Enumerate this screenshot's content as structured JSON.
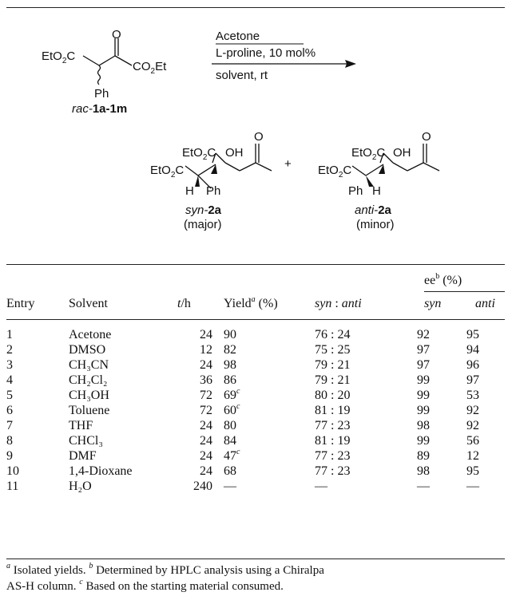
{
  "scheme": {
    "reagent_line1": "Acetone",
    "reagent_line2": "L-proline, 10 mol%",
    "reagent_line3": "solvent, rt",
    "substrate_prefix": "rac-",
    "substrate_label": "1a-1m",
    "syn_prefix": "syn-",
    "syn_label": "2a",
    "syn_note": "(major)",
    "anti_prefix": "anti-",
    "anti_label": "2a",
    "anti_note": "(minor)",
    "plus": "+"
  },
  "table": {
    "headers": {
      "entry": "Entry",
      "solvent": "Solvent",
      "time_var": "t",
      "time_unit": "/h",
      "yield": "Yield",
      "yield_sup": "a",
      "yield_unit": " (%)",
      "ratio_syn": "syn",
      "ratio_sep": " : ",
      "ratio_anti": "anti",
      "ee": "ee",
      "ee_sup": "b",
      "ee_unit": " (%)",
      "ee_syn": "syn",
      "ee_anti": "anti"
    },
    "rows": [
      {
        "entry": "1",
        "solvent": "Acetone",
        "t": "24",
        "yield": "90",
        "yield_note": "",
        "ratio": "76 : 24",
        "ee_syn": "92",
        "ee_anti": "95"
      },
      {
        "entry": "2",
        "solvent": "DMSO",
        "t": "12",
        "yield": "82",
        "yield_note": "",
        "ratio": "75 : 25",
        "ee_syn": "97",
        "ee_anti": "94"
      },
      {
        "entry": "3",
        "solvent": "CH₃CN",
        "t": "24",
        "yield": "98",
        "yield_note": "",
        "ratio": "79 : 21",
        "ee_syn": "97",
        "ee_anti": "96"
      },
      {
        "entry": "4",
        "solvent": "CH₂Cl₂",
        "t": "36",
        "yield": "86",
        "yield_note": "",
        "ratio": "79 : 21",
        "ee_syn": "99",
        "ee_anti": "97"
      },
      {
        "entry": "5",
        "solvent": "CH₃OH",
        "t": "72",
        "yield": "69",
        "yield_note": "c",
        "ratio": "80 : 20",
        "ee_syn": "99",
        "ee_anti": "53"
      },
      {
        "entry": "6",
        "solvent": "Toluene",
        "t": "72",
        "yield": "60",
        "yield_note": "c",
        "ratio": "81 : 19",
        "ee_syn": "99",
        "ee_anti": "92"
      },
      {
        "entry": "7",
        "solvent": "THF",
        "t": "24",
        "yield": "80",
        "yield_note": "",
        "ratio": "77 : 23",
        "ee_syn": "98",
        "ee_anti": "92"
      },
      {
        "entry": "8",
        "solvent": "CHCl₃",
        "t": "24",
        "yield": "84",
        "yield_note": "",
        "ratio": "81 : 19",
        "ee_syn": "99",
        "ee_anti": "56"
      },
      {
        "entry": "9",
        "solvent": "DMF",
        "t": "24",
        "yield": "47",
        "yield_note": "c",
        "ratio": "77 : 23",
        "ee_syn": "89",
        "ee_anti": "12"
      },
      {
        "entry": "10",
        "solvent": "1,4-Dioxane",
        "t": "24",
        "yield": "68",
        "yield_note": "",
        "ratio": "77 : 23",
        "ee_syn": "98",
        "ee_anti": "95"
      },
      {
        "entry": "11",
        "solvent": "H₂O",
        "t": "240",
        "yield": "—",
        "yield_note": "",
        "ratio": "—",
        "ee_syn": "—",
        "ee_anti": "—"
      }
    ]
  },
  "footnotes": {
    "a_mark": "a",
    "a_text": " Isolated yields. ",
    "b_mark": "b",
    "b_text": " Determined by HPLC analysis using a Chiralpa",
    "line2": "AS-H column. ",
    "c_mark": "c",
    "c_text": " Based on the starting material consumed."
  }
}
